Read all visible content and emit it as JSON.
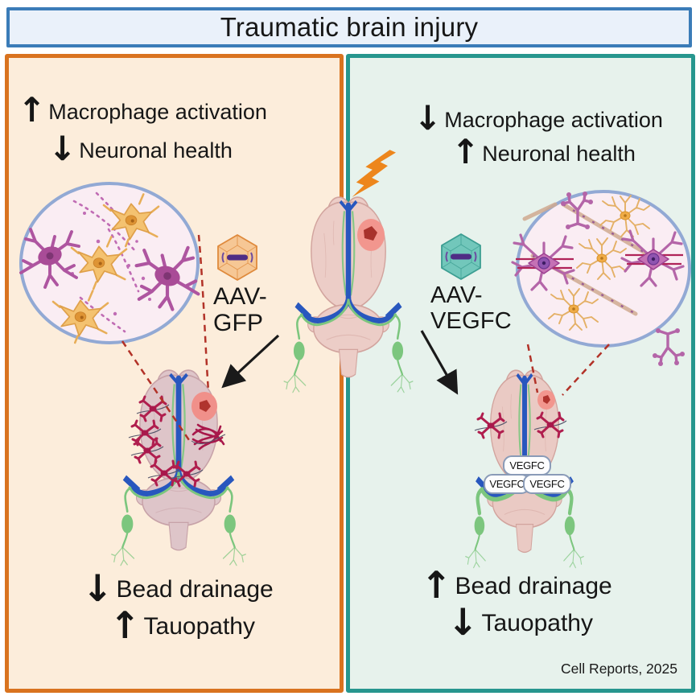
{
  "title_bar": {
    "title": "Traumatic brain injury"
  },
  "left_panel": {
    "effects_top": [
      {
        "arrow": "↑",
        "label": "Macrophage activation"
      },
      {
        "arrow": "↓",
        "label": "Neuronal health"
      }
    ],
    "treatment_label": {
      "line1": "AAV-",
      "line2": "GFP"
    },
    "effects_bottom": [
      {
        "arrow": "↓",
        "label": "Bead drainage"
      },
      {
        "arrow": "↑",
        "label": "Tauopathy"
      }
    ]
  },
  "right_panel": {
    "effects_top": [
      {
        "arrow": "↓",
        "label": "Macrophage activation"
      },
      {
        "arrow": "↑",
        "label": "Neuronal health"
      }
    ],
    "treatment_label": {
      "line1": "AAV-",
      "line2": "VEGFC"
    },
    "vegfc_bubbles": [
      "VEGFC",
      "VEGFC",
      "VEGFC"
    ],
    "effects_bottom": [
      {
        "arrow": "↑",
        "label": "Bead drainage"
      },
      {
        "arrow": "↓",
        "label": "Tauopathy"
      }
    ]
  },
  "credit": "Cell Reports, 2025",
  "icons": {
    "lightning": "lightning-bolt-icon",
    "aav_gfp": "aav-capsid-orange-icon",
    "aav_vegfc": "aav-capsid-teal-icon",
    "up_arrow": "up-arrow-icon",
    "down_arrow": "down-arrow-icon"
  },
  "colors": {
    "title_border": "#3B7CB8",
    "title_bg": "#EAF1FA",
    "left_panel_border": "#D9731F",
    "left_panel_bg": "#FCEDDB",
    "right_panel_border": "#27968E",
    "right_panel_bg": "#E7F2EC",
    "lightning": "#ED861C",
    "aav_gfp_capsid": "#F6C795",
    "aav_vegfc_capsid": "#72C7BB",
    "vein_blue": "#2857BE",
    "lymphatic_green": "#7CC67E",
    "injury_red": "#B0342E",
    "microglia_purple": "#B054A0",
    "neuron_orange": "#F4C270",
    "inset_circle_border": "#92A9D4"
  }
}
